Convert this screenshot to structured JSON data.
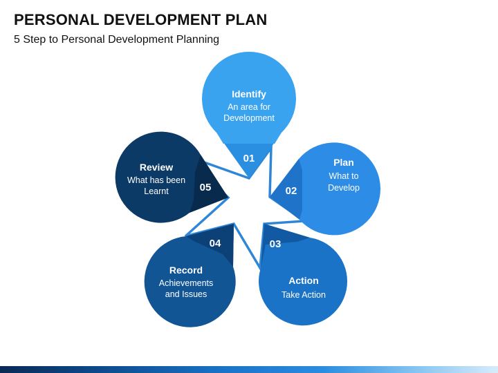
{
  "header": {
    "title": "PERSONAL DEVELOPMENT PLAN",
    "subtitle": "5 Step to Personal Development Planning"
  },
  "steps": [
    {
      "number": "01",
      "title": "Identify",
      "lines": [
        "An area for",
        "Development"
      ],
      "color": "#3aa3f0",
      "tab_color": "#2a8fe0"
    },
    {
      "number": "02",
      "title": "Plan",
      "lines": [
        "What to",
        "Develop"
      ],
      "color": "#2d8de6",
      "tab_color": "#1f74c9"
    },
    {
      "number": "03",
      "title": "Action",
      "lines": [
        "Take Action"
      ],
      "color": "#1a73c6",
      "tab_color": "#115aa3"
    },
    {
      "number": "04",
      "title": "Record",
      "lines": [
        "Achievements",
        "and Issues"
      ],
      "color": "#115595",
      "tab_color": "#0c4178"
    },
    {
      "number": "05",
      "title": "Review",
      "lines": [
        "What has been",
        "Learnt"
      ],
      "color": "#0c3a66",
      "tab_color": "#082a4d"
    }
  ],
  "colors": {
    "star_outline": "#2f86d6",
    "text": "#ffffff"
  }
}
